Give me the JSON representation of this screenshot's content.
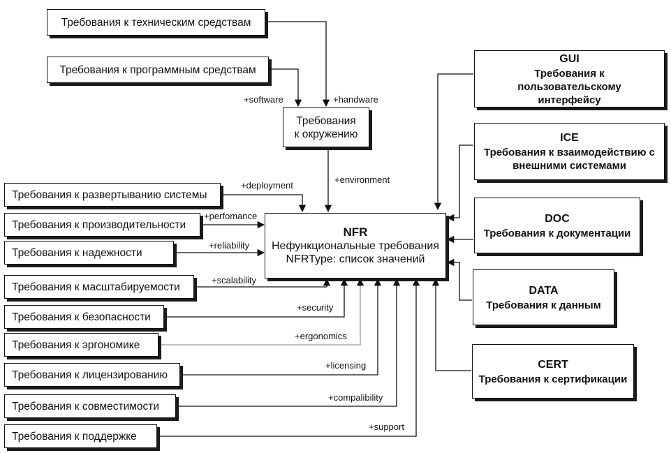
{
  "boxes": {
    "hardware_src": "Требования к техническим средствам",
    "software_src": "Требования к программным средствам",
    "environment": "Требования\nк окружению",
    "deployment_src": "Требования к развертыванию системы",
    "performance_src": "Требования к производительности",
    "reliability_src": "Требования к надежности",
    "scalability_src": "Требования к масштабируемости",
    "security_src": "Требования к безопасности",
    "ergonomics_src": "Требования к эргономике",
    "licensing_src": "Требования к лицензированию",
    "compatibility_src": "Требования к совместимости",
    "support_src": "Требования к поддержке",
    "nfr": {
      "code": "NFR",
      "title": "Нефункциональные требования",
      "type": "NFRType: список значений"
    },
    "gui": {
      "code": "GUI",
      "desc": "Требования к пользовательскому интерфейсу"
    },
    "ice": {
      "code": "ICE",
      "desc": "Требования к взаимодействию с внешними системами"
    },
    "doc": {
      "code": "DOC",
      "desc": "Требования к документации"
    },
    "data": {
      "code": "DATA",
      "desc": "Требования к данным"
    },
    "cert": {
      "code": "CERT",
      "desc": "Требования к сертификации"
    }
  },
  "labels": {
    "software": "+software",
    "hardware": "+handware",
    "environment": "+environment",
    "deployment": "+deployment",
    "perfomance": "+perfomance",
    "reliability": "+reliability",
    "scalability": "+scalability",
    "security": "+security",
    "ergonomics": "+ergonomics",
    "licensing": "+licensing",
    "compalibility": "+compalibility",
    "support": "+support"
  }
}
